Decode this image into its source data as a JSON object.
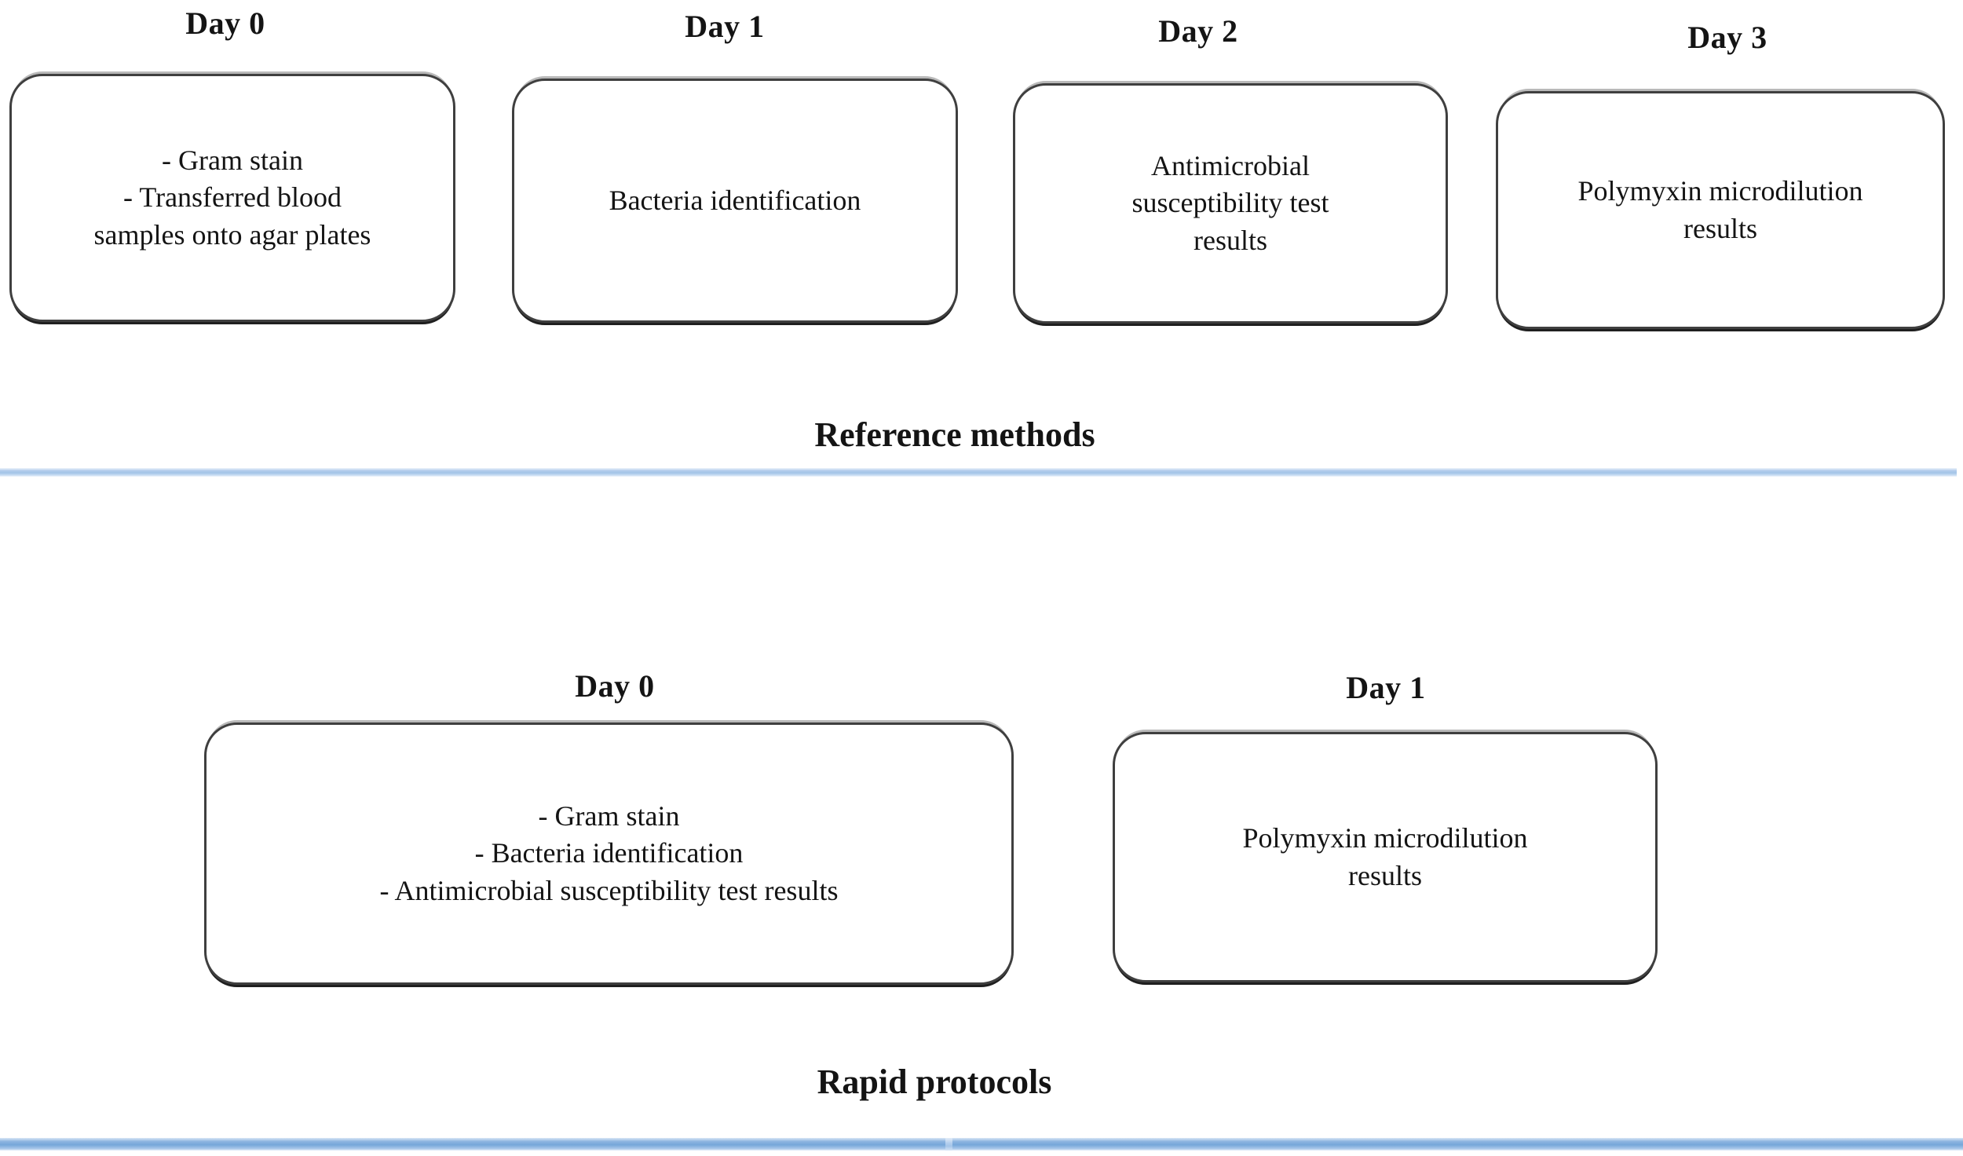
{
  "reference": {
    "label": "Reference methods",
    "days": [
      {
        "label": "Day 0",
        "lines": [
          "- Gram stain",
          "- Transferred blood samples onto agar plates"
        ]
      },
      {
        "label": "Day 1",
        "lines": [
          "Bacteria identification"
        ]
      },
      {
        "label": "Day 2",
        "lines": [
          "Antimicrobial susceptibility test results"
        ]
      },
      {
        "label": "Day 3",
        "lines": [
          "Polymyxin microdilution results"
        ]
      }
    ]
  },
  "rapid": {
    "label": "Rapid protocols",
    "days": [
      {
        "label": "Day 0",
        "lines": [
          "- Gram stain",
          "- Bacteria identification",
          "- Antimicrobial susceptibility test results"
        ]
      },
      {
        "label": "Day 1",
        "lines": [
          "Polymyxin microdilution results"
        ]
      }
    ]
  },
  "colors": {
    "divider_blue_light": "#a2c4e7",
    "divider_blue_dark": "#76a7da",
    "box_border": "#3f3f3f",
    "text": "#141414"
  }
}
